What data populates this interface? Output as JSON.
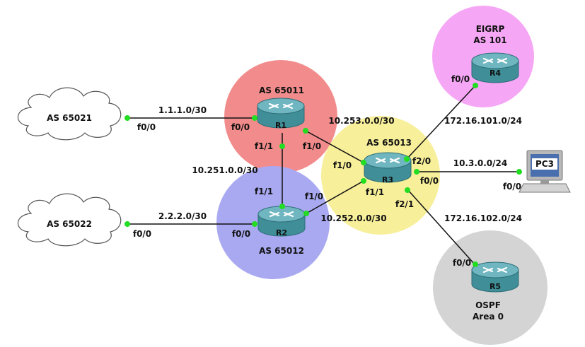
{
  "colors": {
    "as65011": "#f28c8c",
    "as65012": "#a9a9f2",
    "as65013": "#f7ef9a",
    "eigrp": "#f5a6f5",
    "ospf": "#d4d4d4",
    "link": "#111111",
    "port": "#22dd22",
    "router_top": "#6fb6c0",
    "router_side": "#3f8e98"
  },
  "areas": {
    "as65011": "AS 65011",
    "as65012": "AS 65012",
    "as65013": "AS 65013",
    "eigrp_line1": "EIGRP",
    "eigrp_line2": "AS 101",
    "ospf_line1": "OSPF",
    "ospf_line2": "Area 0"
  },
  "clouds": {
    "as65021": "AS 65021",
    "as65022": "AS 65022"
  },
  "devices": {
    "r1": "R1",
    "r2": "R2",
    "r3": "R3",
    "r4": "R4",
    "r5": "R5",
    "pc3": "PC3"
  },
  "networks": {
    "n1": "1.1.1.0/30",
    "n2": "2.2.2.0/30",
    "n251": "10.251.0.0/30",
    "n252": "10.252.0.0/30",
    "n253": "10.253.0.0/30",
    "n3": "10.3.0.0/24",
    "n101": "172.16.101.0/24",
    "n102": "172.16.102.0/24"
  },
  "interfaces": {
    "cloud1_f00": "f0/0",
    "r1_f00": "f0/0",
    "r1_f11": "f1/1",
    "r1_f10": "f1/0",
    "cloud2_f00": "f0/0",
    "r2_f00": "f0/0",
    "r2_f11": "f1/1",
    "r2_f10": "f1/0",
    "r3_f10": "f1/0",
    "r3_f11": "f1/1",
    "r3_f20": "f2/0",
    "r3_f21": "f2/1",
    "r3_f00": "f0/0",
    "pc3_f00": "f0/0",
    "r4_f00": "f0/0",
    "r5_f00": "f0/0"
  }
}
